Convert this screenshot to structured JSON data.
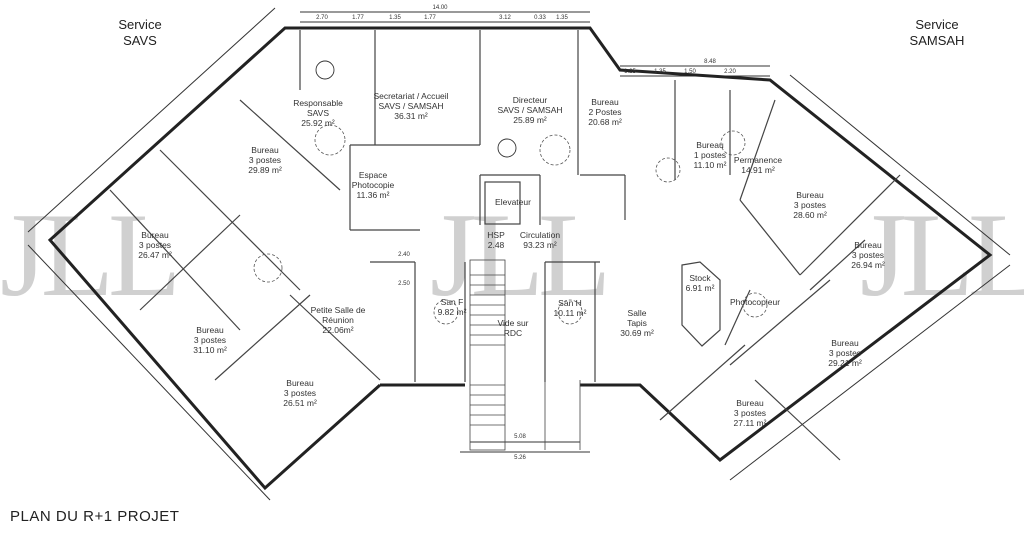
{
  "header": {
    "left_service": [
      "Service",
      "SAVS"
    ],
    "right_service": [
      "Service",
      "SAMSAH"
    ]
  },
  "title": "PLAN DU R+1 PROJET",
  "watermark": "JLL",
  "rooms": [
    {
      "lines": [
        "Responsable",
        "SAVS",
        "25.92 m²"
      ]
    },
    {
      "lines": [
        "Secretariat / Accueil",
        "SAVS / SAMSAH",
        "36.31 m²"
      ]
    },
    {
      "lines": [
        "Directeur",
        "SAVS / SAMSAH",
        "25.89 m²"
      ]
    },
    {
      "lines": [
        "Bureau",
        "2 Postes",
        "20.68 m²"
      ]
    },
    {
      "lines": [
        "Bureau",
        "1 postes",
        "11.10 m²"
      ]
    },
    {
      "lines": [
        "Permanence",
        "14.91 m²"
      ]
    },
    {
      "lines": [
        "Bureau",
        "3 postes",
        "29.89 m²"
      ]
    },
    {
      "lines": [
        "Espace",
        "Photocopie",
        "11.36 m²"
      ]
    },
    {
      "lines": [
        "Elevateur"
      ]
    },
    {
      "lines": [
        "HSP",
        "2.48"
      ]
    },
    {
      "lines": [
        "Circulation",
        "93.23 m²"
      ]
    },
    {
      "lines": [
        "Bureau",
        "3 postes",
        "26.47 m²"
      ]
    },
    {
      "lines": [
        "Bureau",
        "3 postes",
        "28.60 m²"
      ]
    },
    {
      "lines": [
        "Bureau",
        "3 postes",
        "26.94 m²"
      ]
    },
    {
      "lines": [
        "Stock",
        "6.91 m²"
      ]
    },
    {
      "lines": [
        "Photocopieur"
      ]
    },
    {
      "lines": [
        "Petite Salle de",
        "Réunion",
        "22.06m²"
      ]
    },
    {
      "lines": [
        "San F",
        "9.82 m²"
      ]
    },
    {
      "lines": [
        "San H",
        "10.11 m²"
      ]
    },
    {
      "lines": [
        "Vide sur",
        "RDC"
      ]
    },
    {
      "lines": [
        "Salle",
        "Tapis",
        "30.69 m²"
      ]
    },
    {
      "lines": [
        "Bureau",
        "3 postes",
        "31.10 m²"
      ]
    },
    {
      "lines": [
        "Bureau",
        "3 postes",
        "29.21 m²"
      ]
    },
    {
      "lines": [
        "Bureau",
        "3 postes",
        "26.51 m²"
      ]
    },
    {
      "lines": [
        "Bureau",
        "3 postes",
        "27.11 m²"
      ]
    }
  ],
  "dimensions": [
    "14.00",
    "2.70",
    "1.77",
    "1.35",
    "1.77",
    "3.12",
    "0.33",
    "1.35",
    "8.48",
    "1.25",
    "1.35",
    "1.50",
    "2.20",
    "2.40",
    "2.50",
    "5.08",
    "5.26"
  ]
}
